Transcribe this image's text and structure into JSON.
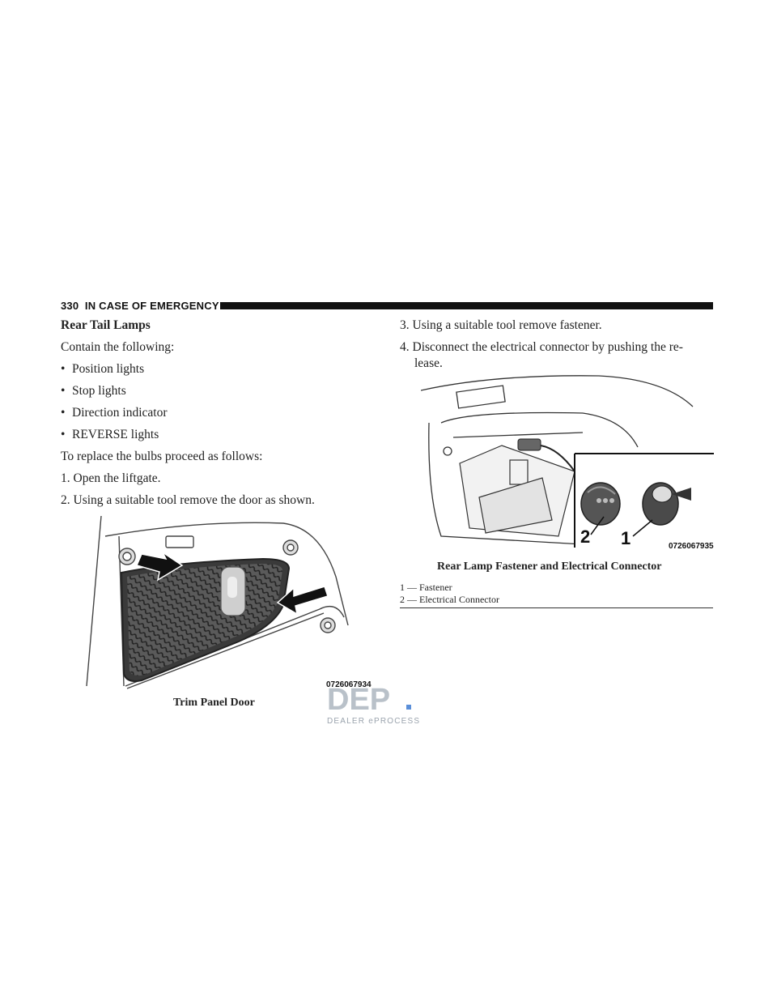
{
  "header": {
    "page_number": "330",
    "section_title": "IN CASE OF EMERGENCY"
  },
  "left_column": {
    "heading": "Rear Tail Lamps",
    "intro": "Contain the following:",
    "bullets": [
      "Position lights",
      "Stop lights",
      "Direction indicator",
      "REVERSE lights"
    ],
    "lead": "To replace the bulbs proceed as follows:",
    "step1": "1. Open the liftgate.",
    "step2": "2. Using a suitable tool remove the door as shown."
  },
  "right_column": {
    "step3": "3. Using a suitable tool remove fastener.",
    "step4_line1": "4. Disconnect the electrical connector by pushing the re-",
    "step4_line2": "lease."
  },
  "figure_trim": {
    "code": "0726067934",
    "caption": "Trim Panel Door"
  },
  "figure_lamp": {
    "code": "0726067935",
    "caption": "Rear Lamp Fastener and Electrical Connector",
    "callout_1": "1",
    "callout_2": "2",
    "legend": [
      "1 — Fastener",
      "2 — Electrical Connector"
    ]
  },
  "watermark": {
    "logo": "DEP",
    "tagline": "DEALER ePROCESS"
  }
}
